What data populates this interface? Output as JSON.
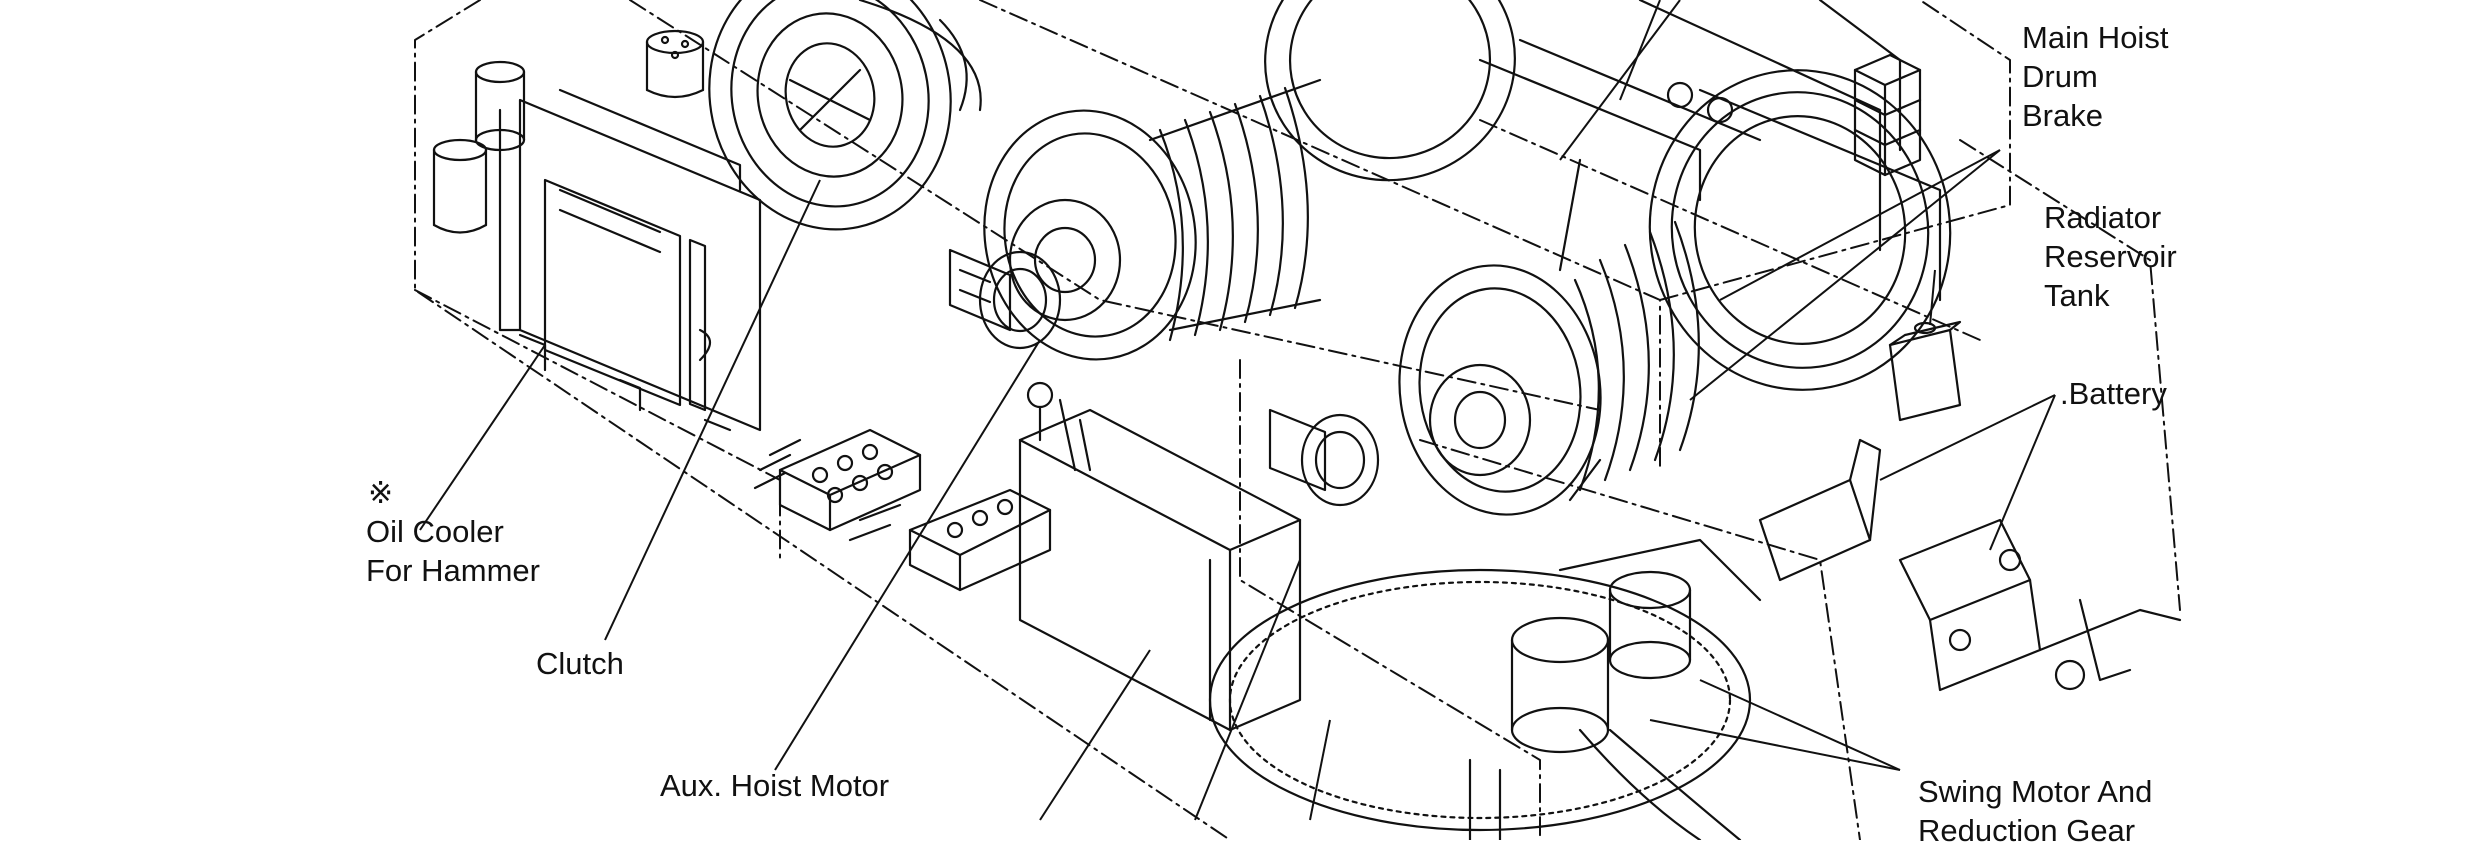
{
  "labels": {
    "main_hoist_drum_brake": [
      "Main Hoist",
      "Drum",
      "Brake"
    ],
    "radiator_reservoir_tank": [
      "Radiator",
      "Reservoir",
      "Tank"
    ],
    "battery": ".Battery",
    "oil_cooler_mark": "※",
    "oil_cooler": [
      "Oil Cooler",
      "For Hammer"
    ],
    "clutch": "Clutch",
    "aux_hoist_motor": "Aux.  Hoist Motor",
    "swing_motor_reduction_gear": [
      "Swing Motor And",
      "Reduction Gear"
    ]
  },
  "colors": {
    "ink": "#111111",
    "paper": "#ffffff"
  }
}
